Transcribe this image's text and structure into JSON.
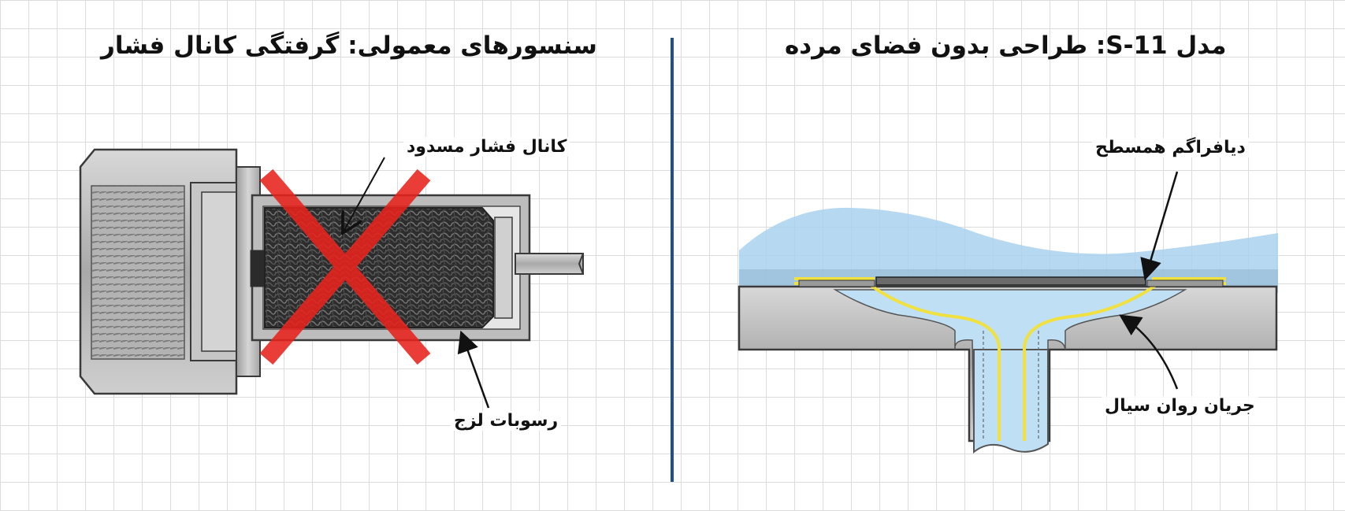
{
  "left_panel": {
    "title": "سنسورهای معمولی: گرفتگی کانال فشار",
    "callout_blocked": "کانال فشار مسدود",
    "callout_sediment": "رسوبات لزج"
  },
  "right_panel": {
    "title": "مدل S-11: طراحی بدون فضای مرده",
    "callout_diaphragm": "دیافراگم همسطح",
    "callout_flow": "جریان روان سیال"
  },
  "colors": {
    "divider": "#1f4e8c",
    "metal": "#b9b9b9",
    "fluid": "#a9d2ee",
    "flow_line": "#f0e040",
    "cross": "#e8231c"
  }
}
